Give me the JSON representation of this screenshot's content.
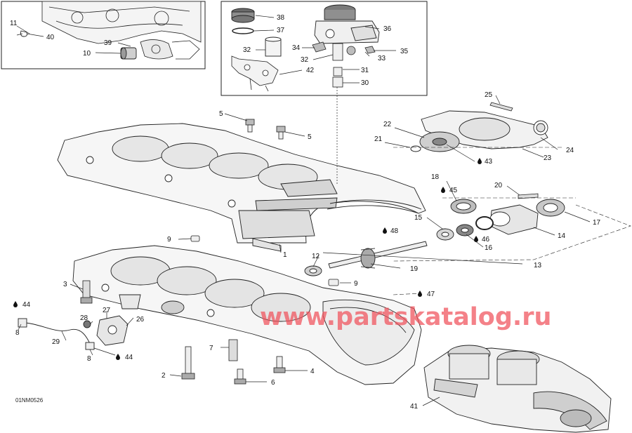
{
  "diagram": {
    "drawing_code": "01NM0526",
    "watermark": "www.partskatalog.ru",
    "callouts": [
      {
        "id": "c11",
        "text": "11"
      },
      {
        "id": "c40",
        "text": "40"
      },
      {
        "id": "c39",
        "text": "39"
      },
      {
        "id": "c10",
        "text": "10"
      },
      {
        "id": "c38",
        "text": "38"
      },
      {
        "id": "c37",
        "text": "37"
      },
      {
        "id": "c36",
        "text": "36"
      },
      {
        "id": "c34",
        "text": "34"
      },
      {
        "id": "c35",
        "text": "35"
      },
      {
        "id": "c32a",
        "text": "32"
      },
      {
        "id": "c32b",
        "text": "32"
      },
      {
        "id": "c33",
        "text": "33"
      },
      {
        "id": "c42",
        "text": "42"
      },
      {
        "id": "c31",
        "text": "31"
      },
      {
        "id": "c30",
        "text": "30"
      },
      {
        "id": "c25",
        "text": "25"
      },
      {
        "id": "c22",
        "text": "22"
      },
      {
        "id": "c21",
        "text": "21"
      },
      {
        "id": "c43",
        "text": "43"
      },
      {
        "id": "c23",
        "text": "23"
      },
      {
        "id": "c24",
        "text": "24"
      },
      {
        "id": "c5a",
        "text": "5"
      },
      {
        "id": "c5b",
        "text": "5"
      },
      {
        "id": "c18",
        "text": "18"
      },
      {
        "id": "c45",
        "text": "45"
      },
      {
        "id": "c20",
        "text": "20"
      },
      {
        "id": "c15",
        "text": "15"
      },
      {
        "id": "c17",
        "text": "17"
      },
      {
        "id": "c46",
        "text": "46"
      },
      {
        "id": "c16",
        "text": "16"
      },
      {
        "id": "c14",
        "text": "14"
      },
      {
        "id": "c48",
        "text": "48"
      },
      {
        "id": "c9a",
        "text": "9"
      },
      {
        "id": "c1",
        "text": "1"
      },
      {
        "id": "c12",
        "text": "12"
      },
      {
        "id": "c19",
        "text": "19"
      },
      {
        "id": "c13",
        "text": "13"
      },
      {
        "id": "c9b",
        "text": "9"
      },
      {
        "id": "c47",
        "text": "47"
      },
      {
        "id": "c3",
        "text": "3"
      },
      {
        "id": "c44a",
        "text": "44"
      },
      {
        "id": "c27",
        "text": "27"
      },
      {
        "id": "c28",
        "text": "28"
      },
      {
        "id": "c26",
        "text": "26"
      },
      {
        "id": "c8a",
        "text": "8"
      },
      {
        "id": "c29",
        "text": "29"
      },
      {
        "id": "c8b",
        "text": "8"
      },
      {
        "id": "c44b",
        "text": "44"
      },
      {
        "id": "c7",
        "text": "7"
      },
      {
        "id": "c2",
        "text": "2"
      },
      {
        "id": "c4",
        "text": "4"
      },
      {
        "id": "c6",
        "text": "6"
      },
      {
        "id": "c41",
        "text": "41"
      }
    ]
  },
  "colors": {
    "line": "#1a1a1a",
    "part_fill": "#ffffff",
    "shade": "#d9d9d9",
    "watermark": "#f0505a"
  }
}
